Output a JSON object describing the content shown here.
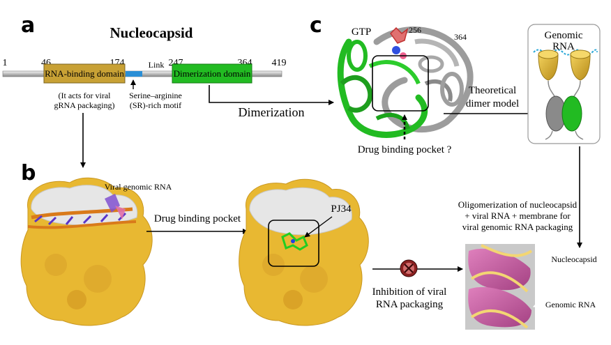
{
  "panels": {
    "a": "a",
    "b": "b",
    "c": "c"
  },
  "panel_a": {
    "title": "Nucleocapsid",
    "positions": {
      "start": "1",
      "p46": "46",
      "p174": "174",
      "p247": "247",
      "p364": "364",
      "end": "419"
    },
    "rna_domain": "RNA-binding domain",
    "dimer_domain": "Dimerization domain",
    "link": "Link",
    "rna_note_1": "(It acts for viral",
    "rna_note_2": "gRNA packaging)",
    "sr_1": "Serine–arginine",
    "sr_2": "(SR)-rich motif",
    "dimerization": "Dimerization"
  },
  "panel_c": {
    "gtp": "GTP",
    "res256": "256",
    "res364": "364",
    "pocket": "Drug binding pocket ?",
    "model_1": "Theoretical",
    "model_2": "dimer model",
    "genomic_1": "Genomic",
    "genomic_2": "RNA"
  },
  "panel_b": {
    "viral_rna": "Viral genomic RNA",
    "pocket": "Drug binding pocket",
    "pj34": "PJ34",
    "inhibit_1": "Inhibition of viral",
    "inhibit_2": "RNA packaging",
    "olig_1": "Oligomerization of nucleocapsid",
    "olig_2": "+ viral RNA + membrane for",
    "olig_3": "viral genomic RNA packaging",
    "nucleocapsid": "Nucleocapsid",
    "genomic_rna": "Genomic RNA"
  },
  "colors": {
    "gold": "#c8a135",
    "green": "#22bb22",
    "surface_gold": "#e8b832",
    "surface_white": "#e6e6e6",
    "pink": "#c0509a",
    "inhibit_red": "#8b2020"
  }
}
